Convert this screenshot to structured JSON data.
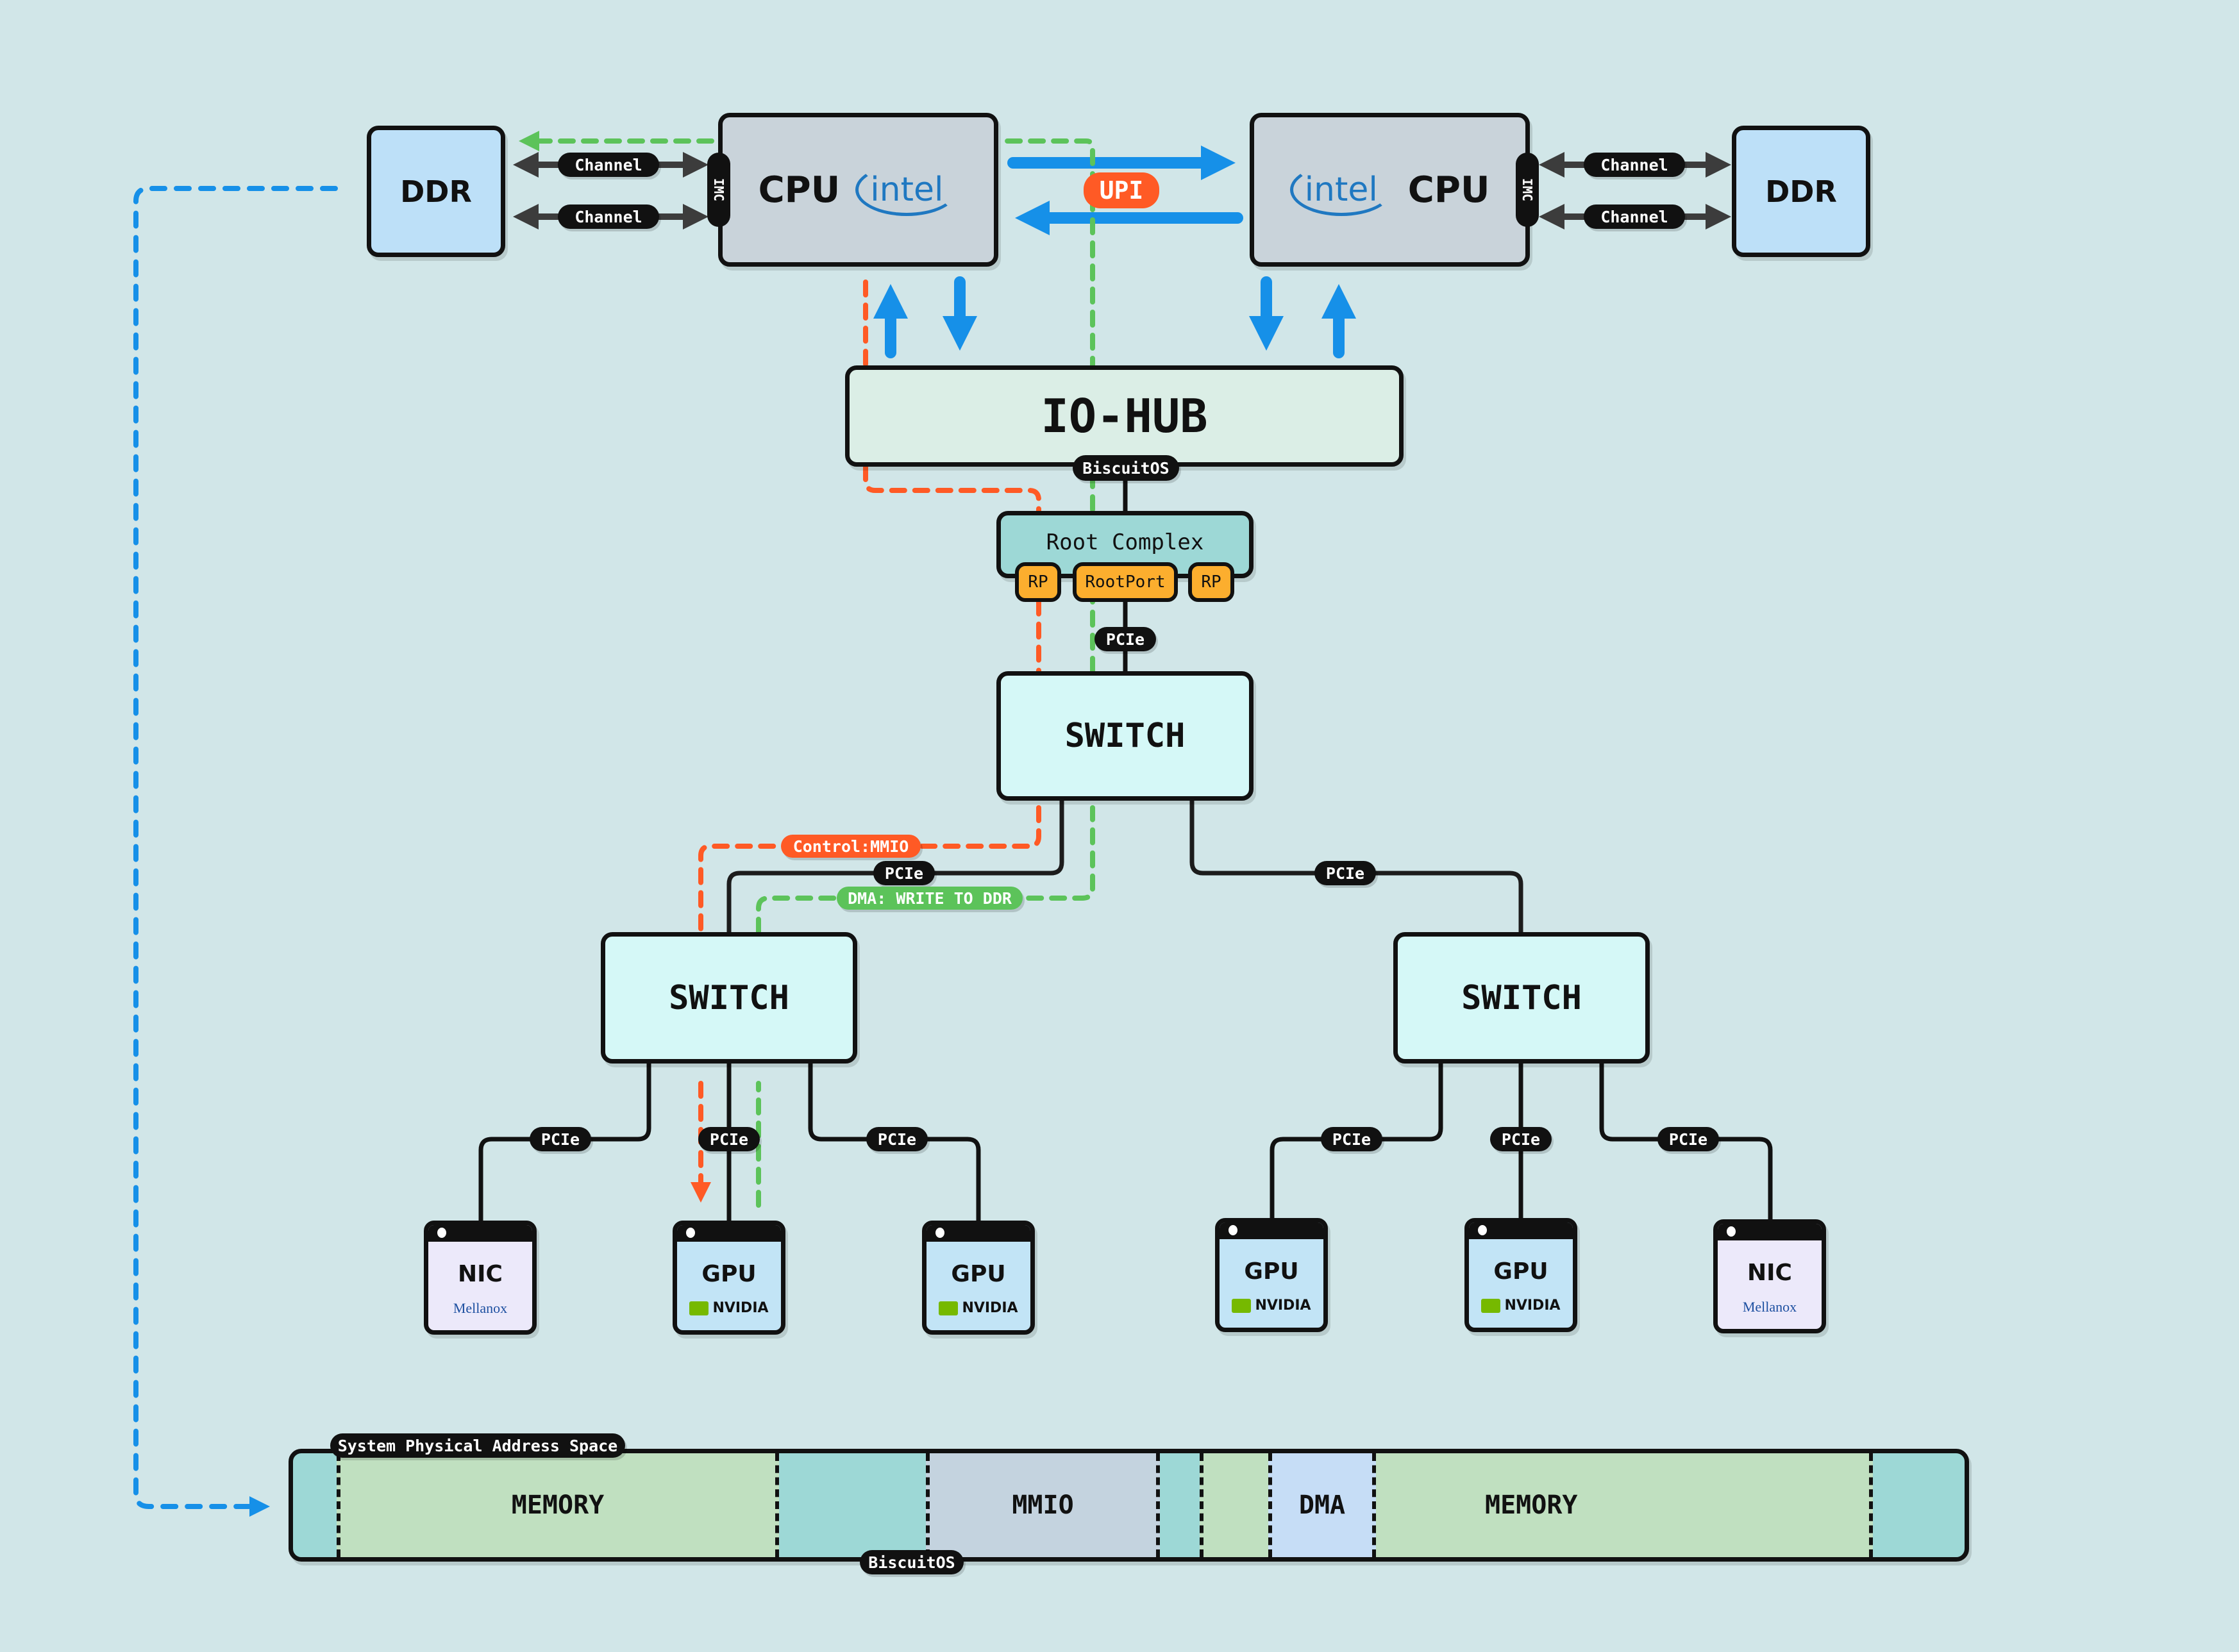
{
  "colors": {
    "background": "#d1e6e8",
    "ddr": "#bde0f8",
    "cpu": "#c9d3da",
    "iohub": "#dbeee6",
    "root_complex": "#9dd8d6",
    "switch": "#d5f8f7",
    "rootport": "#fcae2e",
    "upi_arrow": "#1690e8",
    "control_path": "#ff5a25",
    "dma_path": "#5cc35a",
    "mem_segment": "#c0e0c0",
    "mmio_segment": "#c4d3df",
    "dma_segment": "#c6ddf6",
    "gap_segment": "#9dd8d6"
  },
  "ddr_left": {
    "label": "DDR"
  },
  "ddr_right": {
    "label": "DDR"
  },
  "cpu_left": {
    "label": "CPU",
    "logo": "intel",
    "imc": "IMC",
    "channels": [
      "Channel",
      "Channel"
    ]
  },
  "cpu_right": {
    "label": "CPU",
    "logo": "intel",
    "imc": "IMC",
    "channels": [
      "Channel",
      "Channel"
    ]
  },
  "interconnect": {
    "label": "UPI"
  },
  "iohub": {
    "label": "IO-HUB",
    "tag": "BiscuitOS"
  },
  "root_complex": {
    "label": "Root Complex",
    "ports": [
      "RP",
      "RootPort",
      "RP"
    ]
  },
  "links": {
    "pcie": "PCIe"
  },
  "switch_top": {
    "label": "SWITCH"
  },
  "switch_left": {
    "label": "SWITCH"
  },
  "switch_right": {
    "label": "SWITCH"
  },
  "paths": {
    "control": "Control:MMIO",
    "dma": "DMA: WRITE TO DDR"
  },
  "devices": [
    {
      "label": "NIC",
      "vendor": "Mellanox",
      "type": "nic"
    },
    {
      "label": "GPU",
      "vendor": "NVIDIA",
      "type": "gpu"
    },
    {
      "label": "GPU",
      "vendor": "NVIDIA",
      "type": "gpu"
    },
    {
      "label": "GPU",
      "vendor": "NVIDIA",
      "type": "gpu"
    },
    {
      "label": "GPU",
      "vendor": "NVIDIA",
      "type": "gpu"
    },
    {
      "label": "NIC",
      "vendor": "Mellanox",
      "type": "nic"
    }
  ],
  "address_space": {
    "title": "System Physical Address Space",
    "tag": "BiscuitOS",
    "segments": [
      "MEMORY",
      "MMIO",
      "DMA",
      "MEMORY"
    ]
  }
}
